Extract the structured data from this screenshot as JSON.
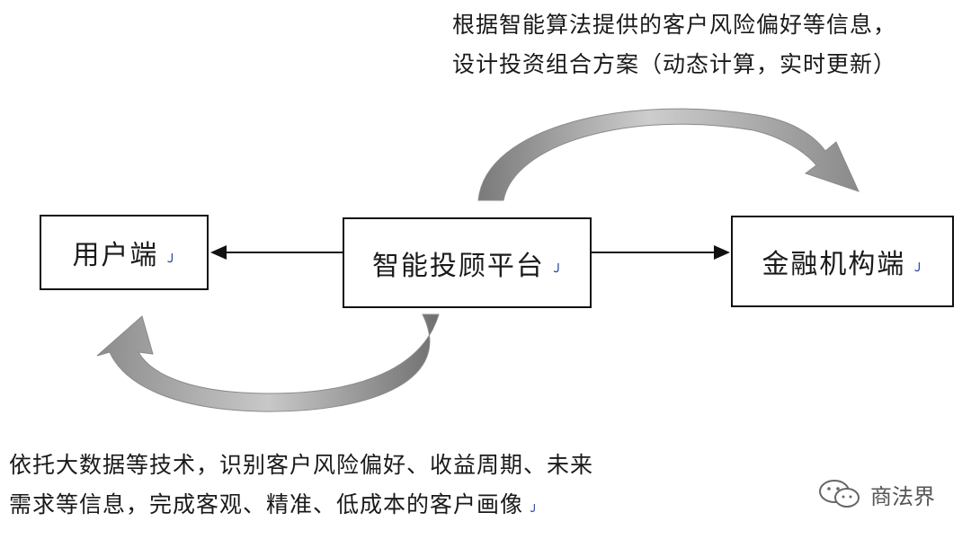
{
  "nodes": {
    "user": {
      "label": "用户端",
      "mark": "ᴊ"
    },
    "platform": {
      "label": "智能投顾平台",
      "mark": "ᴊ"
    },
    "finance": {
      "label": "金融机构端",
      "mark": "ᴊ"
    }
  },
  "notes": {
    "top": {
      "line1": "根据智能算法提供的客户风险偏好等信息，",
      "line2": "设计投资组合方案（动态计算，实时更新）"
    },
    "bottom": {
      "line1": "依托大数据等技术，识别客户风险偏好、收益周期、未来",
      "line2": "需求等信息，完成客观、精准、低成本的客户画像",
      "mark": "ᴊ"
    }
  },
  "watermark": {
    "text": "商法界",
    "icon": "wechat-icon"
  },
  "colors": {
    "arrow_gray_light": "#c9c9c9",
    "arrow_gray_dark": "#707070",
    "line": "#111111",
    "mark_blue": "#2c4fa8"
  }
}
